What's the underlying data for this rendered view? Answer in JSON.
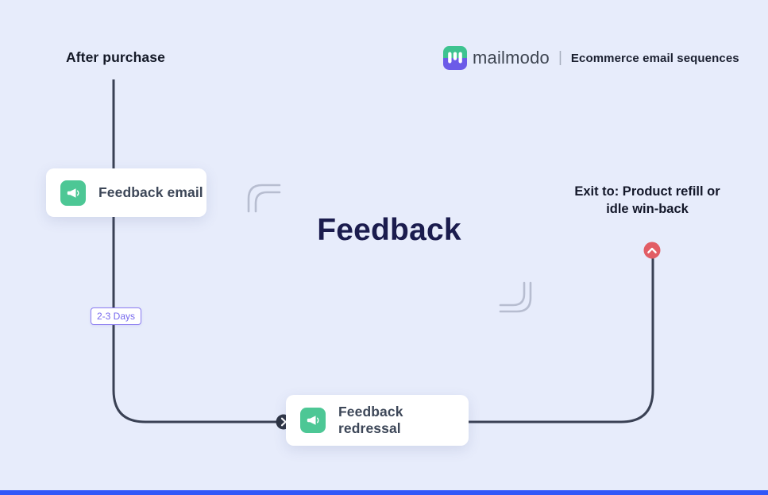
{
  "page": {
    "background_color": "#e7ecfb",
    "footer_bar_color": "#3157f8"
  },
  "header": {
    "flow_start_label": "After purchase",
    "brand": {
      "logo_icon": "mailmodo-logo-icon",
      "name": "mailmodo",
      "separator": "|",
      "tagline": "Ecommerce email sequences"
    }
  },
  "diagram": {
    "title": "Feedback",
    "nodes": [
      {
        "label": "Feedback email",
        "icon": "megaphone-icon",
        "icon_color": "#4dc795"
      },
      {
        "label": "Feedback redressal",
        "icon": "megaphone-icon",
        "icon_color": "#4dc795"
      }
    ],
    "delay_badge": {
      "label": "2-3 Days",
      "color": "#7668ee"
    },
    "exit_note": "Exit to: Product refill or idle win-back",
    "markers": {
      "forward_icon": "chevron-right-icon",
      "forward_color": "#2d3444",
      "exit_icon": "chevron-up-icon",
      "exit_color": "#e25d65"
    },
    "connector_color": "#3a4154"
  }
}
